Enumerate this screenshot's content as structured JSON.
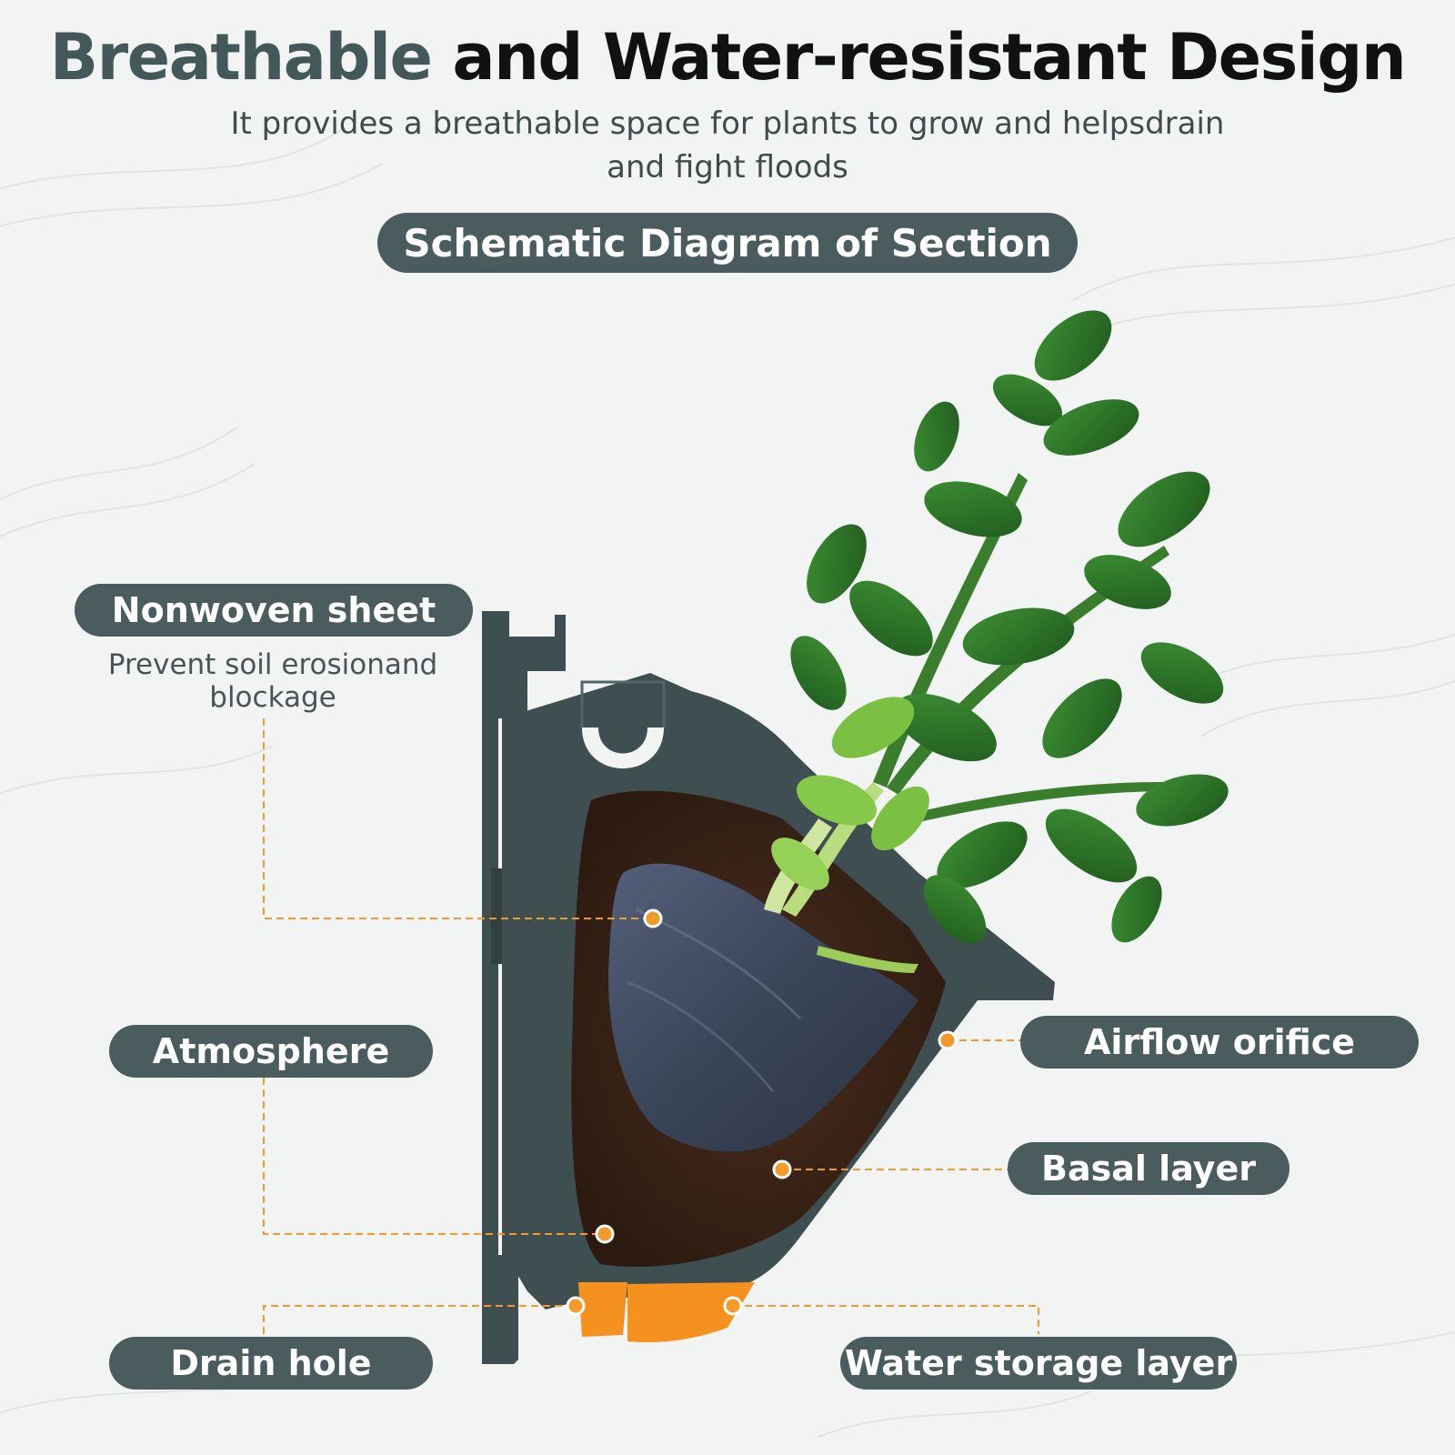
{
  "header": {
    "title_part1": "Breathable",
    "title_part2": " and Water-resistant Design",
    "subtitle_line1": "It provides a breathable space for plants to grow and helpsdrain",
    "subtitle_line2": "and fight floods"
  },
  "section_title": "Schematic Diagram of Section",
  "labels": {
    "nonwoven": {
      "title": "Nonwoven sheet",
      "desc_line1": "Prevent soil erosionand",
      "desc_line2": "blockage"
    },
    "atmosphere": {
      "title": "Atmosphere"
    },
    "drain": {
      "title": "Drain hole"
    },
    "airflow": {
      "title": "Airflow orifice"
    },
    "basal": {
      "title": "Basal layer"
    },
    "water": {
      "title": "Water storage layer"
    }
  },
  "colors": {
    "pill_bg": "#4a5c5e",
    "accent_title": "#44585a",
    "leader_line": "#f39a2b",
    "pot": "#3f4e50",
    "soil": "#3a2418",
    "water": "#f5921f",
    "leaf": "#2f7a2a"
  }
}
